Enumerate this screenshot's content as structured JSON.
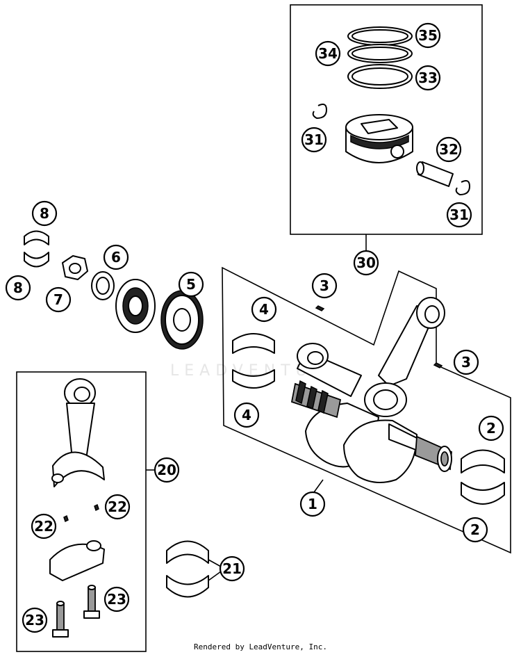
{
  "watermark": "LEADVENTURE",
  "footer": {
    "credit": "Rendered by LeadVenture, Inc."
  },
  "callouts": {
    "c35": "35",
    "c34": "34",
    "c33": "33",
    "c31a": "31",
    "c32": "32",
    "c31b": "31",
    "c30": "30",
    "c8a": "8",
    "c8b": "8",
    "c6": "6",
    "c7": "7",
    "c5": "5",
    "c3a": "3",
    "c4a": "4",
    "c3b": "3",
    "c4b": "4",
    "c2a": "2",
    "c2b": "2",
    "c1": "1",
    "c20": "20",
    "c22a": "22",
    "c22b": "22",
    "c21": "21",
    "c23a": "23",
    "c23b": "23"
  }
}
